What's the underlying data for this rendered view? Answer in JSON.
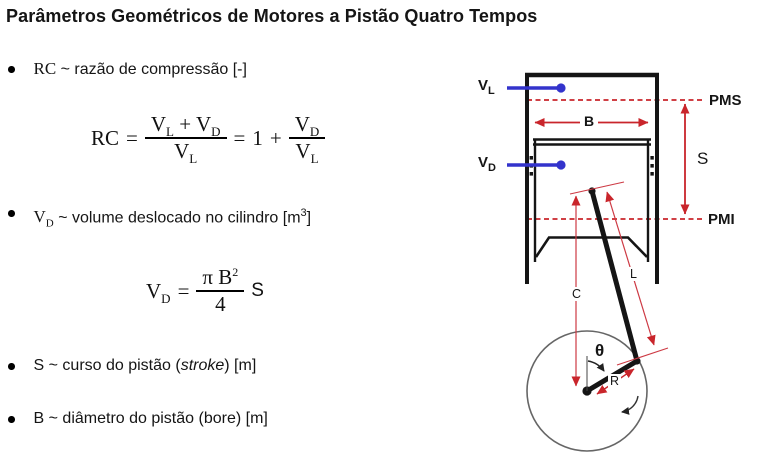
{
  "title": "Parâmetros Geométricos de Motores a Pistão Quatro Tempos",
  "bullets": {
    "b1": {
      "sym": "RC",
      "rest": "~ razão de compressão [-]"
    },
    "b2": {
      "sym": "V",
      "sym_sub": "D",
      "rest": "~ volume deslocado no cilindro [m",
      "sup": "3",
      "close": "]"
    },
    "b3": {
      "sym": "S",
      "pre": "~ curso do pistão (",
      "em": "stroke",
      "post": ") [m]"
    },
    "b4": {
      "sym": "B",
      "rest": "~ diâmetro do pistão (bore) [m]"
    }
  },
  "formulas": {
    "rc": {
      "lhs": "RC",
      "eq1": "=",
      "n1v": "V",
      "n1s": "L",
      "plus": "+",
      "n2v": "V",
      "n2s": "D",
      "d1v": "V",
      "d1s": "L",
      "eq2": "=",
      "one": "1",
      "plus2": "+",
      "n3v": "V",
      "n3s": "D",
      "d2v": "V",
      "d2s": "L"
    },
    "vd": {
      "lv": "V",
      "ls": "D",
      "eq": "=",
      "pi": "π",
      "b": "B",
      "exp": "2",
      "den": "4",
      "s": "S"
    }
  },
  "diagram": {
    "vl_base": "V",
    "vl_sub": "L",
    "vd_base": "V",
    "vd_sub": "D",
    "pms": "PMS",
    "pmi": "PMI",
    "bore": "B",
    "stroke": "S",
    "c": "C",
    "l": "L",
    "theta": "θ",
    "r": "R",
    "colors": {
      "red": "#c9252b",
      "dim_red": "#cd3a44",
      "blue": "#3333cc",
      "black": "#151515",
      "gray": "#666666"
    }
  }
}
